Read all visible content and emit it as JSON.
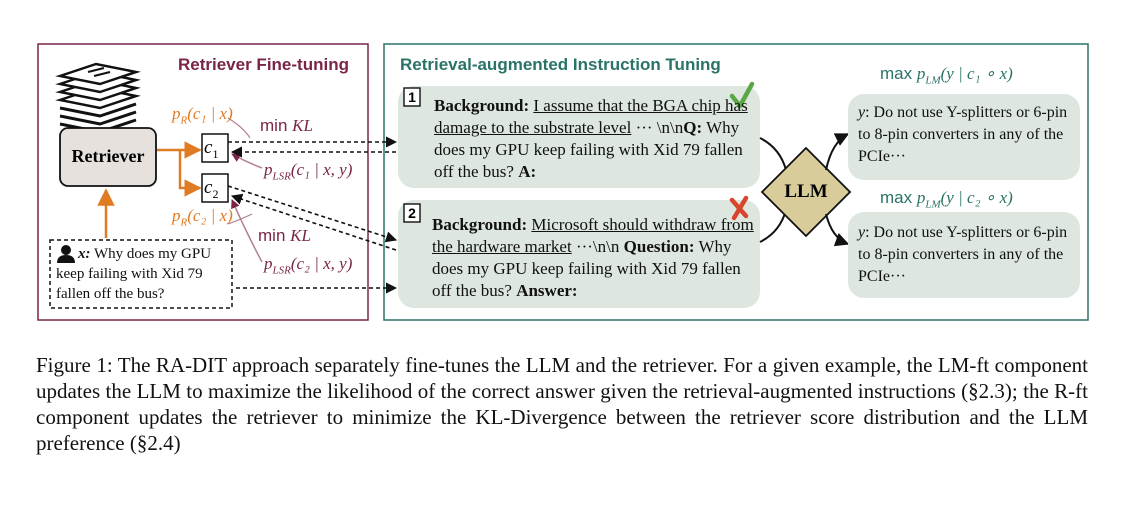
{
  "left_panel": {
    "title": "Retriever Fine-tuning",
    "retriever_label": "Retriever",
    "query_prefix": "x:",
    "query_text": "Why does my GPU keep failing with Xid 79 fallen off the bus?",
    "c1_label": "c",
    "c1_sub": "1",
    "c2_label": "c",
    "c2_sub": "2",
    "pr_c1": "p",
    "pr_c1_sub": "R",
    "pr_c1_args": "(c₁ | x)",
    "pr_c2": "p",
    "pr_c2_sub": "R",
    "pr_c2_args": "(c₂ | x)",
    "plsr_c1": "p",
    "plsr_c1_sub": "LSR",
    "plsr_c1_args": "(c₁ | x, y)",
    "plsr_c2": "p",
    "plsr_c2_sub": "LSR",
    "plsr_c2_args": "(c₂ | x, y)",
    "min_kl_prefix": "min",
    "min_kl": "KL"
  },
  "right_panel": {
    "title": "Retrieval-augmented Instruction Tuning",
    "box1": {
      "number": "1",
      "bg_label": "Background:",
      "bg_text": "I assume that the BGA chip has damage to the substrate level",
      "rest_prefix": "··· \\n\\n",
      "q_label": "Q:",
      "q_text": "Why does my GPU keep failing with Xid 79 fallen off the bus?",
      "a_label": "A:"
    },
    "box2": {
      "number": "2",
      "bg_label": "Background:",
      "bg_text": "Microsoft should withdraw from the hardware market",
      "rest_suffix": "···\\n\\n",
      "q_label": "Question:",
      "q_text": "Why does my GPU keep failing with Xid 79 fallen off the bus?",
      "a_label": "Answer:"
    },
    "llm_label": "LLM",
    "max1_prefix": "max",
    "max1_p": "p",
    "max1_sub": "LM",
    "max1_args": "(y | c₁ ∘ x)",
    "max2_prefix": "max",
    "max2_p": "p",
    "max2_sub": "LM",
    "max2_args": "(y | c₂ ∘ x)",
    "answer1_y": "y",
    "answer1_text": ": Do not use Y-splitters or 6-pin to 8-pin converters in any of the PCIe···",
    "answer2_y": "y",
    "answer2_text": ": Do not use Y-splitters or 6-pin to 8-pin converters in any of the PCIe···"
  },
  "colors": {
    "maroon": "#7a2548",
    "teal": "#2a7367",
    "orange": "#e07b24",
    "box_fill": "#dde6df",
    "retriever_fill": "#e6e1dc",
    "llm_fill": "#d8cc9a",
    "check": "#5aa845",
    "cross": "#d9452b"
  },
  "caption": "Figure 1: The RA-DIT approach separately fine-tunes the LLM and the retriever. For a given example, the LM-ft component updates the LLM to maximize the likelihood of the correct answer given the retrieval-augmented instructions (§2.3); the R-ft component updates the retriever to minimize the KL-Divergence between the retriever score distribution and the LLM preference (§2.4)"
}
